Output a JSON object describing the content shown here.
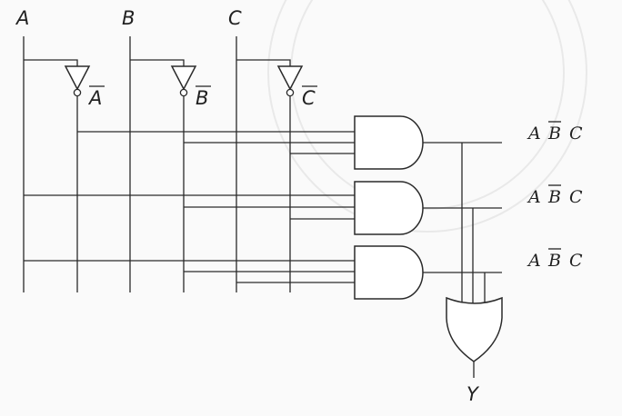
{
  "inputs": {
    "a": "A",
    "b": "B",
    "c": "C"
  },
  "complements": {
    "a": "A",
    "b": "B",
    "c": "C"
  },
  "minterms": [
    {
      "letters": [
        "A",
        "B",
        "C"
      ],
      "complemented": [
        false,
        true,
        false
      ]
    },
    {
      "letters": [
        "A",
        "B",
        "C"
      ],
      "complemented": [
        false,
        true,
        false
      ]
    },
    {
      "letters": [
        "A",
        "B",
        "C"
      ],
      "complemented": [
        false,
        true,
        false
      ]
    }
  ],
  "output": "Y",
  "colors": {
    "line": "#2a2a2a",
    "background": "#fafafa"
  }
}
